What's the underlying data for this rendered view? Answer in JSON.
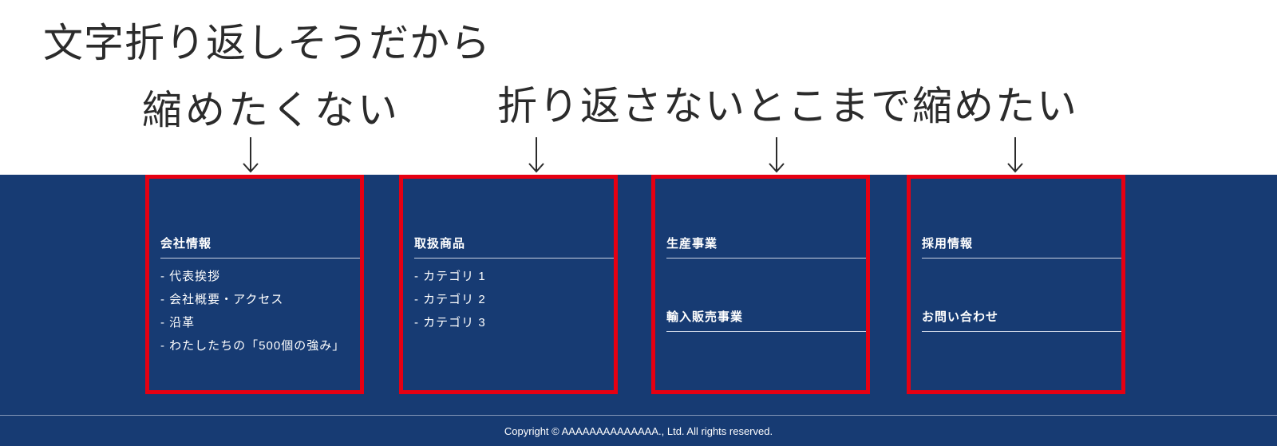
{
  "annotations": {
    "title": "文字折り返しそうだから",
    "left_label": "縮めたくない",
    "right_label": "折り返さないとこまで縮めたい"
  },
  "footer": {
    "columns": [
      {
        "sections": [
          {
            "heading": "会社情報",
            "items": [
              "代表挨拶",
              "会社概要・アクセス",
              "沿革",
              "わたしたちの「500個の強み」"
            ]
          }
        ]
      },
      {
        "sections": [
          {
            "heading": "取扱商品",
            "items": [
              "カテゴリ 1",
              "カテゴリ 2",
              "カテゴリ 3"
            ]
          }
        ]
      },
      {
        "sections": [
          {
            "heading": "生産事業",
            "items": []
          },
          {
            "heading": "輸入販売事業",
            "items": []
          }
        ]
      },
      {
        "sections": [
          {
            "heading": "採用情報",
            "items": []
          },
          {
            "heading": "お問い合わせ",
            "items": []
          }
        ]
      }
    ],
    "copyright": "Copyright © AAAAAAAAAAAAAA., Ltd. All rights reserved."
  },
  "colors": {
    "footer_background": "#173b73",
    "highlight_border": "#e60012",
    "text_light": "#ffffff",
    "annotation_text": "#2b2b2b"
  },
  "icons": [
    "down-arrow-icon"
  ]
}
